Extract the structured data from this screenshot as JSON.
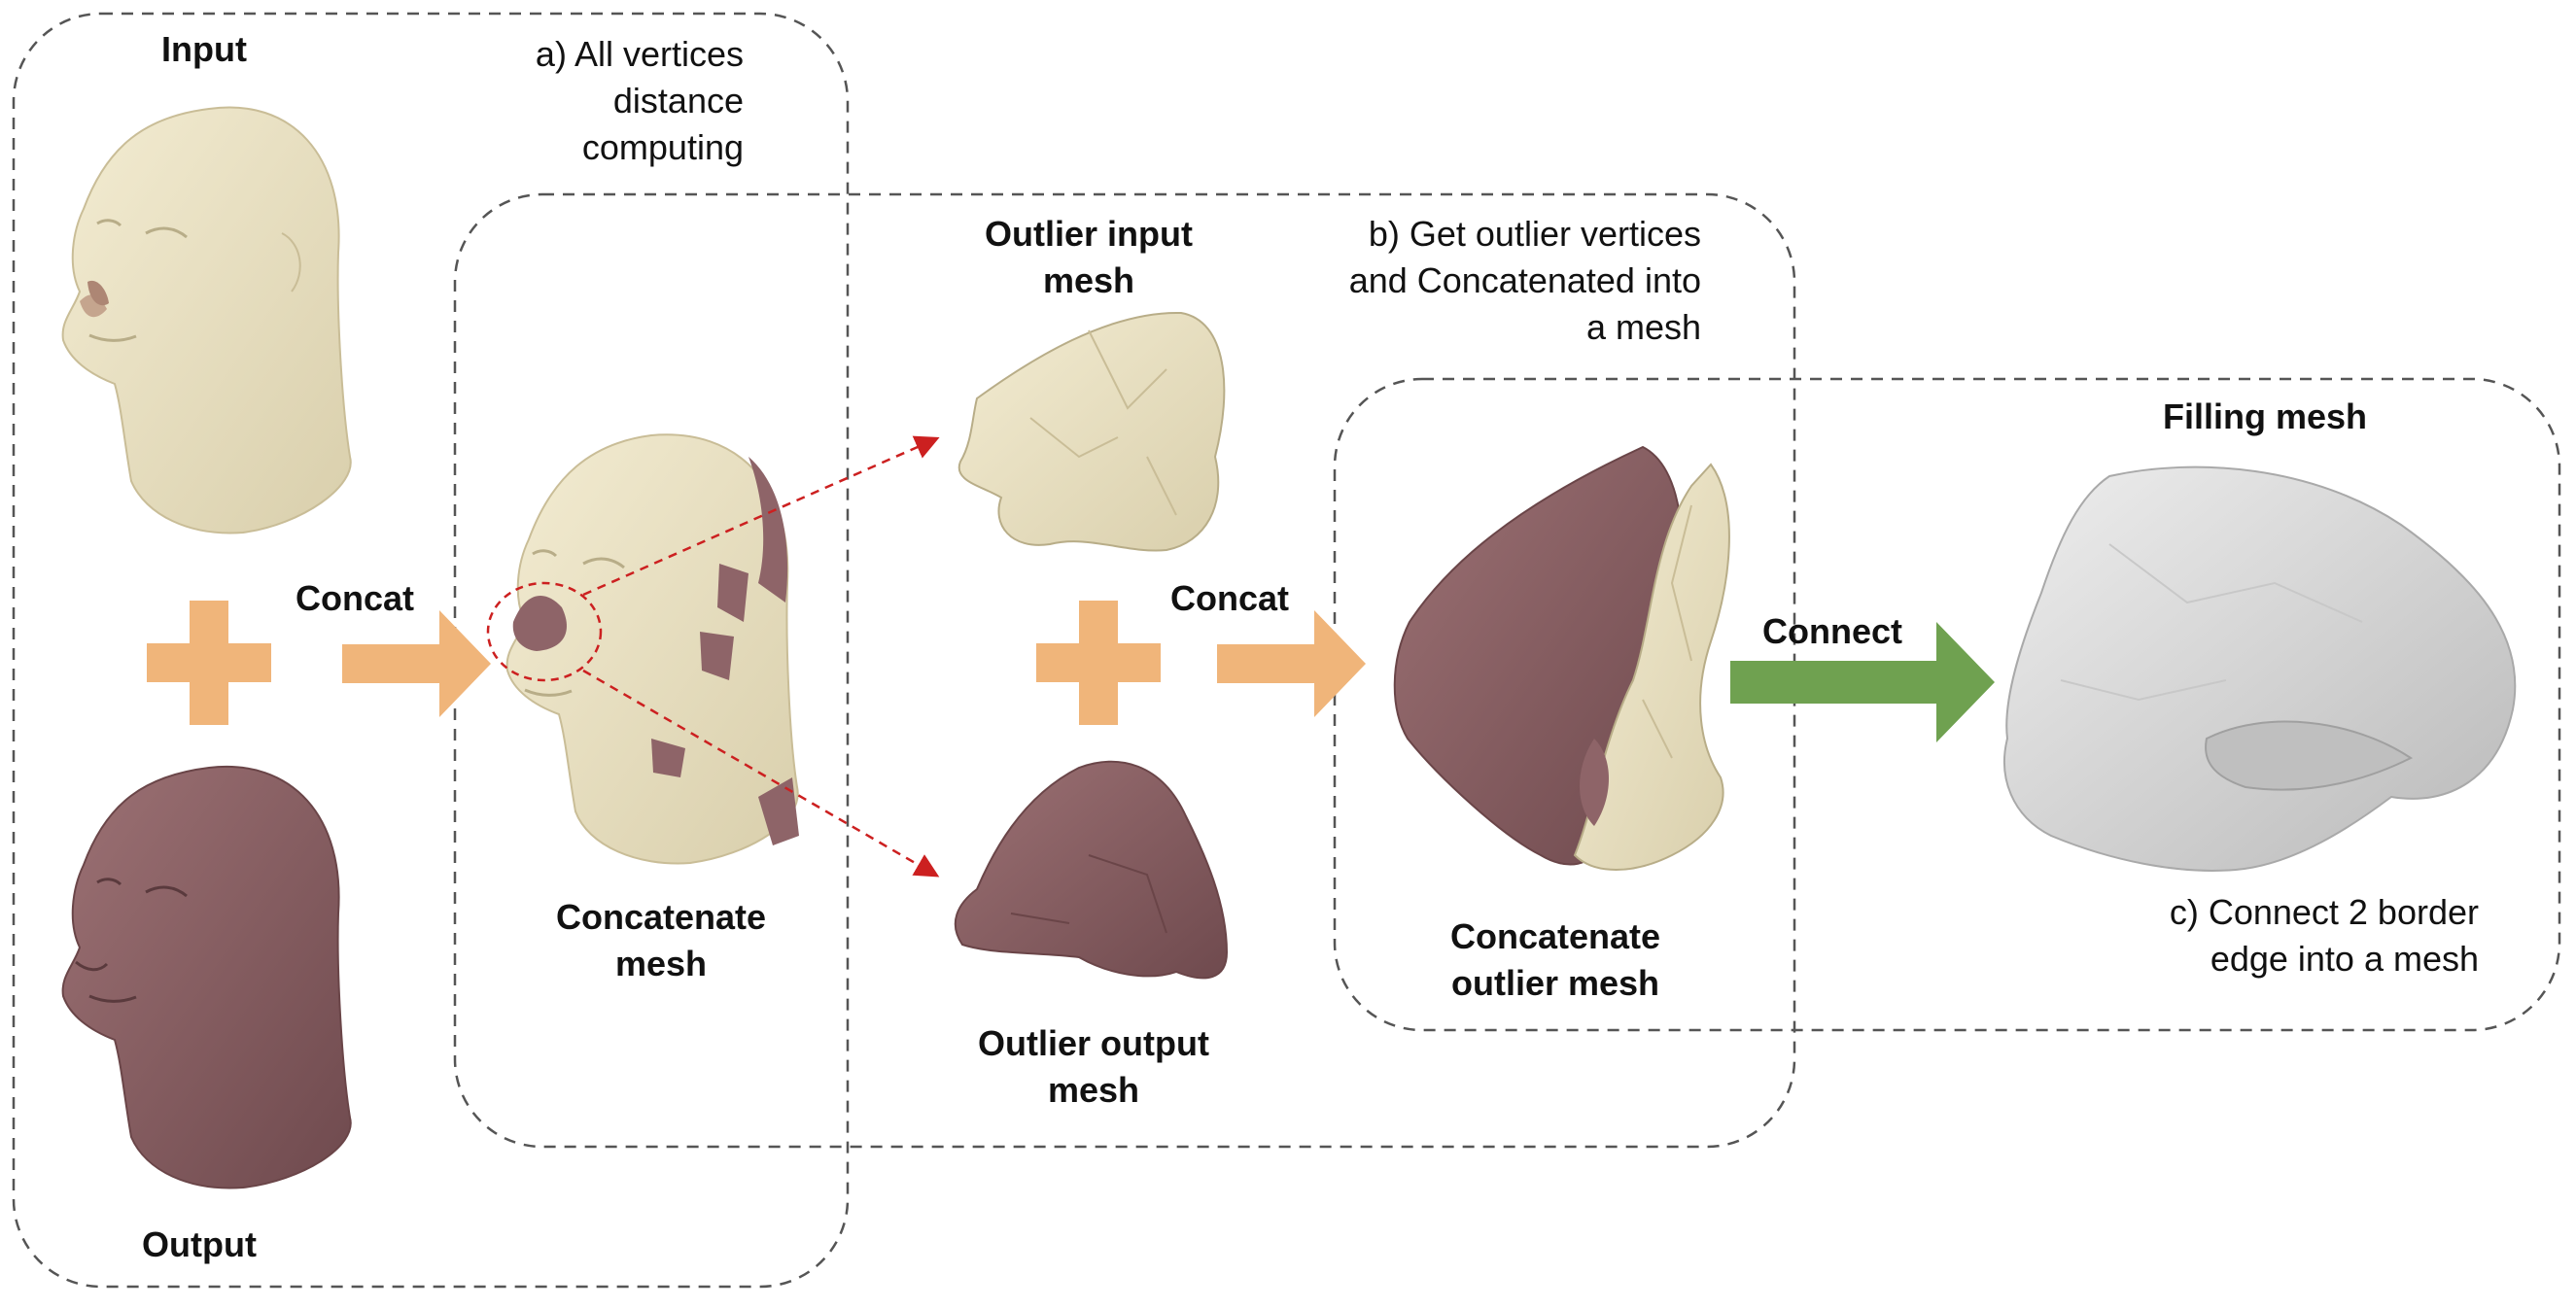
{
  "labels": {
    "input": "Input",
    "output": "Output",
    "step_a": [
      "a) All vertices",
      "distance",
      "computing"
    ],
    "concat_1": "Concat",
    "concatenate_mesh": [
      "Concatenate",
      "mesh"
    ],
    "outlier_input_mesh": [
      "Outlier input",
      "mesh"
    ],
    "outlier_output_mesh": [
      "Outlier output",
      "mesh"
    ],
    "step_b": [
      "b) Get outlier vertices",
      "and Concatenated into",
      "a mesh"
    ],
    "concat_2": "Concat",
    "concatenate_outlier_mesh": [
      "Concatenate",
      "outlier mesh"
    ],
    "connect": "Connect",
    "filling_mesh": "Filling mesh",
    "step_c": [
      "c) Connect 2 border",
      "edge into a mesh"
    ]
  },
  "colors": {
    "input_mesh": "#ece3c4",
    "output_mesh": "#8e6468",
    "filling_mesh": "#d9d9d9",
    "plus_and_concat_arrow": "#f0b57a",
    "connect_arrow": "#6fa150",
    "dashed_box": "#555555",
    "projection_arrow": "#cc2020"
  }
}
